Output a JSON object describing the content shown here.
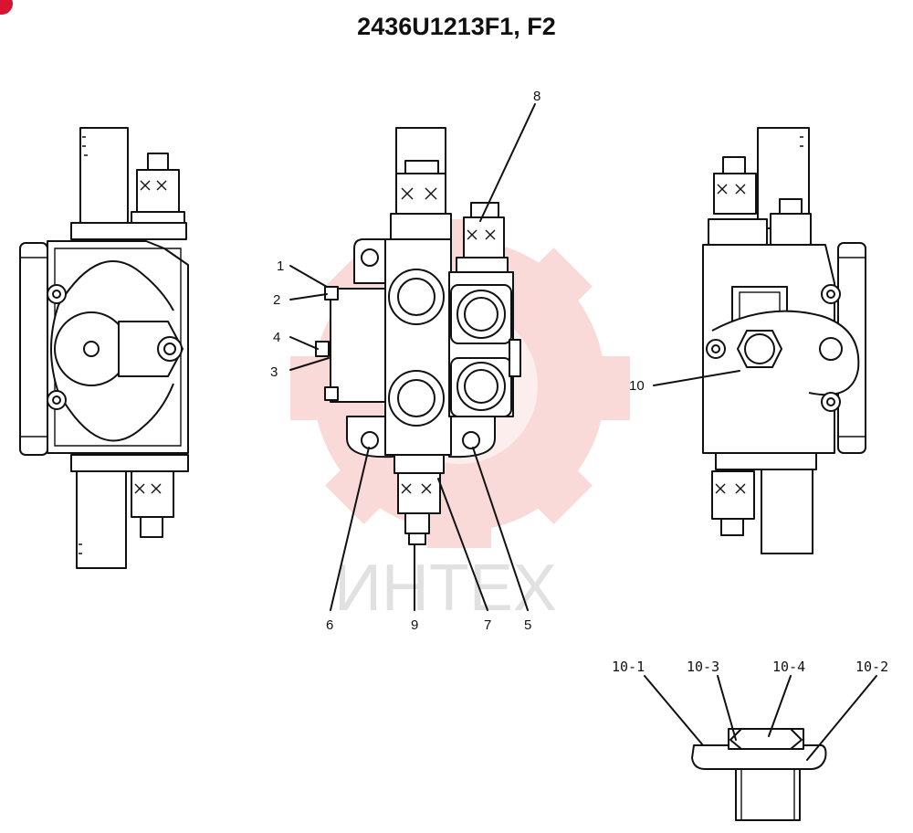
{
  "title": "2436U1213F1, F2",
  "watermark": {
    "text": "ИНТЕХ",
    "gear_color": "#f08a8a"
  },
  "accent_color": "#d81530",
  "callouts": [
    {
      "id": "c1",
      "label": "1"
    },
    {
      "id": "c2",
      "label": "2"
    },
    {
      "id": "c3",
      "label": "3"
    },
    {
      "id": "c4",
      "label": "4"
    },
    {
      "id": "c5",
      "label": "5"
    },
    {
      "id": "c6",
      "label": "6"
    },
    {
      "id": "c7",
      "label": "7"
    },
    {
      "id": "c8",
      "label": "8"
    },
    {
      "id": "c9",
      "label": "9"
    },
    {
      "id": "c10",
      "label": "10"
    }
  ],
  "detail_callouts": [
    {
      "id": "d1",
      "label": "10-1"
    },
    {
      "id": "d3",
      "label": "10-3"
    },
    {
      "id": "d4",
      "label": "10-4"
    },
    {
      "id": "d2",
      "label": "10-2"
    }
  ]
}
